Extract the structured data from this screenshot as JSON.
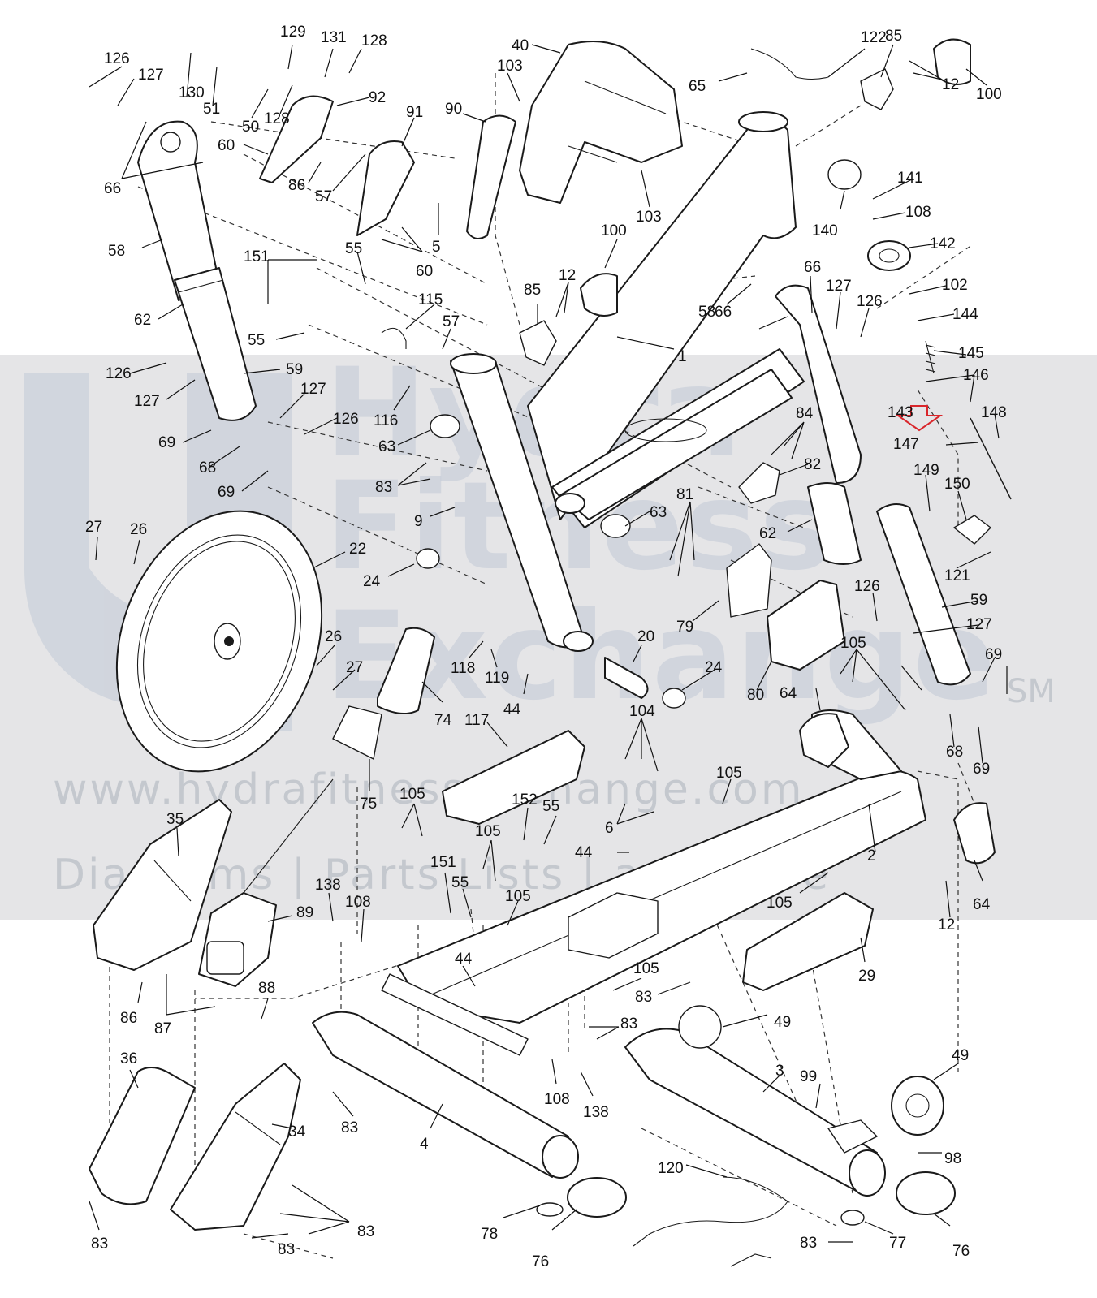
{
  "diagram": {
    "accent_arrow_color": "#d9262b",
    "watermark": {
      "brand_lines": [
        "Hydra",
        "Fitness",
        "Exchange"
      ],
      "trademark": "SM",
      "url": "www.hydrafitnessexchange.com",
      "tagline": "Diagrams | Parts Lists | and More"
    },
    "labels": [
      "126",
      "127",
      "130",
      "51",
      "129",
      "131",
      "128",
      "50",
      "128",
      "92",
      "60",
      "66",
      "86",
      "57",
      "91",
      "58",
      "62",
      "59",
      "126",
      "127",
      "127",
      "126",
      "69",
      "68",
      "69",
      "90",
      "103",
      "40",
      "103",
      "5",
      "60",
      "151",
      "55",
      "55",
      "115",
      "57",
      "116",
      "63",
      "83",
      "9",
      "27",
      "26",
      "22",
      "24",
      "63",
      "100",
      "85",
      "12",
      "1",
      "84",
      "82",
      "81",
      "79",
      "80",
      "62",
      "20",
      "24",
      "26",
      "27",
      "74",
      "118",
      "119",
      "44",
      "75",
      "117",
      "104",
      "6",
      "105",
      "44",
      "152",
      "55",
      "105",
      "105",
      "151",
      "55",
      "105",
      "35",
      "89",
      "138",
      "108",
      "86",
      "87",
      "88",
      "44",
      "105",
      "83",
      "83",
      "36",
      "34",
      "83",
      "4",
      "108",
      "138",
      "83",
      "83",
      "83",
      "78",
      "76",
      "120",
      "49",
      "3",
      "99",
      "49",
      "98",
      "77",
      "76",
      "83",
      "29",
      "105",
      "12",
      "64",
      "2",
      "64",
      "68",
      "69",
      "105",
      "126",
      "59",
      "127",
      "69",
      "121",
      "150",
      "149",
      "147",
      "148",
      "146",
      "143",
      "145",
      "144",
      "102",
      "142",
      "108",
      "141",
      "140",
      "126",
      "127",
      "66",
      "58",
      "66",
      "122",
      "65",
      "85",
      "12",
      "100"
    ]
  }
}
